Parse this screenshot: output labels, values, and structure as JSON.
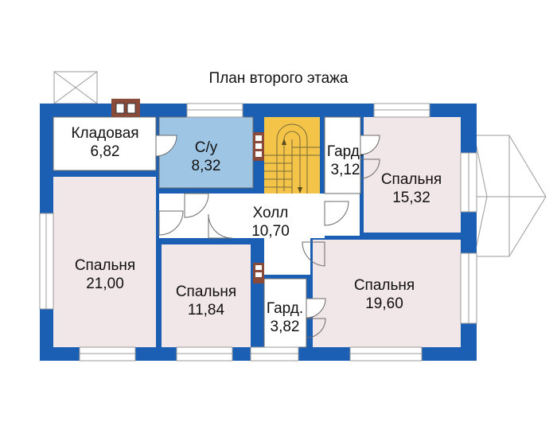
{
  "title": "План второго этажа",
  "colors": {
    "wall": "#1a5fb4",
    "bedroom": "#f1e6e8",
    "bathroom": "#9fc5e5",
    "stairs": "#f3c448",
    "plain": "#ffffff",
    "window": "#ffffff",
    "line": "#6b6b6b"
  },
  "rooms": [
    {
      "id": "storage",
      "name": "Кладовая",
      "area": "6,82"
    },
    {
      "id": "bathroom",
      "name": "С/у",
      "area": "8,32"
    },
    {
      "id": "wardrobe1",
      "name": "Гард.",
      "area": "3,12"
    },
    {
      "id": "bedroom1532",
      "name": "Спальня",
      "area": "15,32"
    },
    {
      "id": "hall",
      "name": "Холл",
      "area": "10,70"
    },
    {
      "id": "bedroom2100",
      "name": "Спальня",
      "area": "21,00"
    },
    {
      "id": "bedroom1184",
      "name": "Спальня",
      "area": "11,84"
    },
    {
      "id": "wardrobe2",
      "name": "Гард.",
      "area": "3,82"
    },
    {
      "id": "bedroom1960",
      "name": "Спальня",
      "area": "19,60"
    }
  ]
}
